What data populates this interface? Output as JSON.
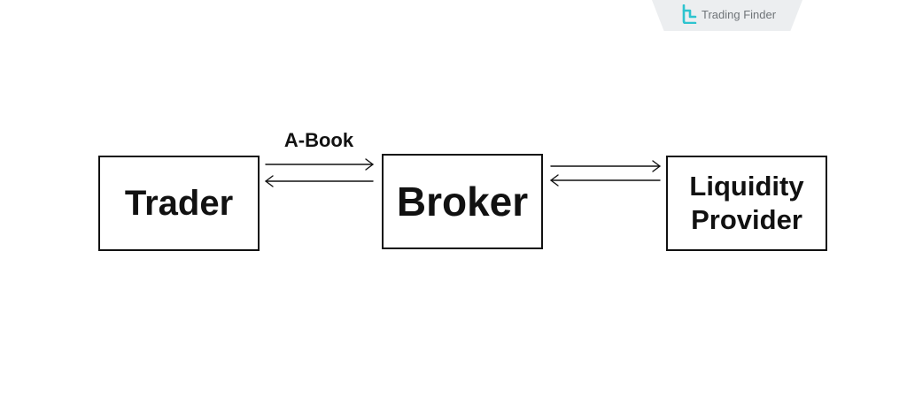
{
  "brand": {
    "name": "Trading Finder",
    "icon": "trading-finder-logo",
    "color": "#2ec4cf"
  },
  "diagram": {
    "nodes": {
      "trader": "Trader",
      "broker": "Broker",
      "liquidity_provider_line1": "Liquidity",
      "liquidity_provider_line2": "Provider"
    },
    "edges": {
      "trader_broker_label": "A-Book"
    }
  }
}
